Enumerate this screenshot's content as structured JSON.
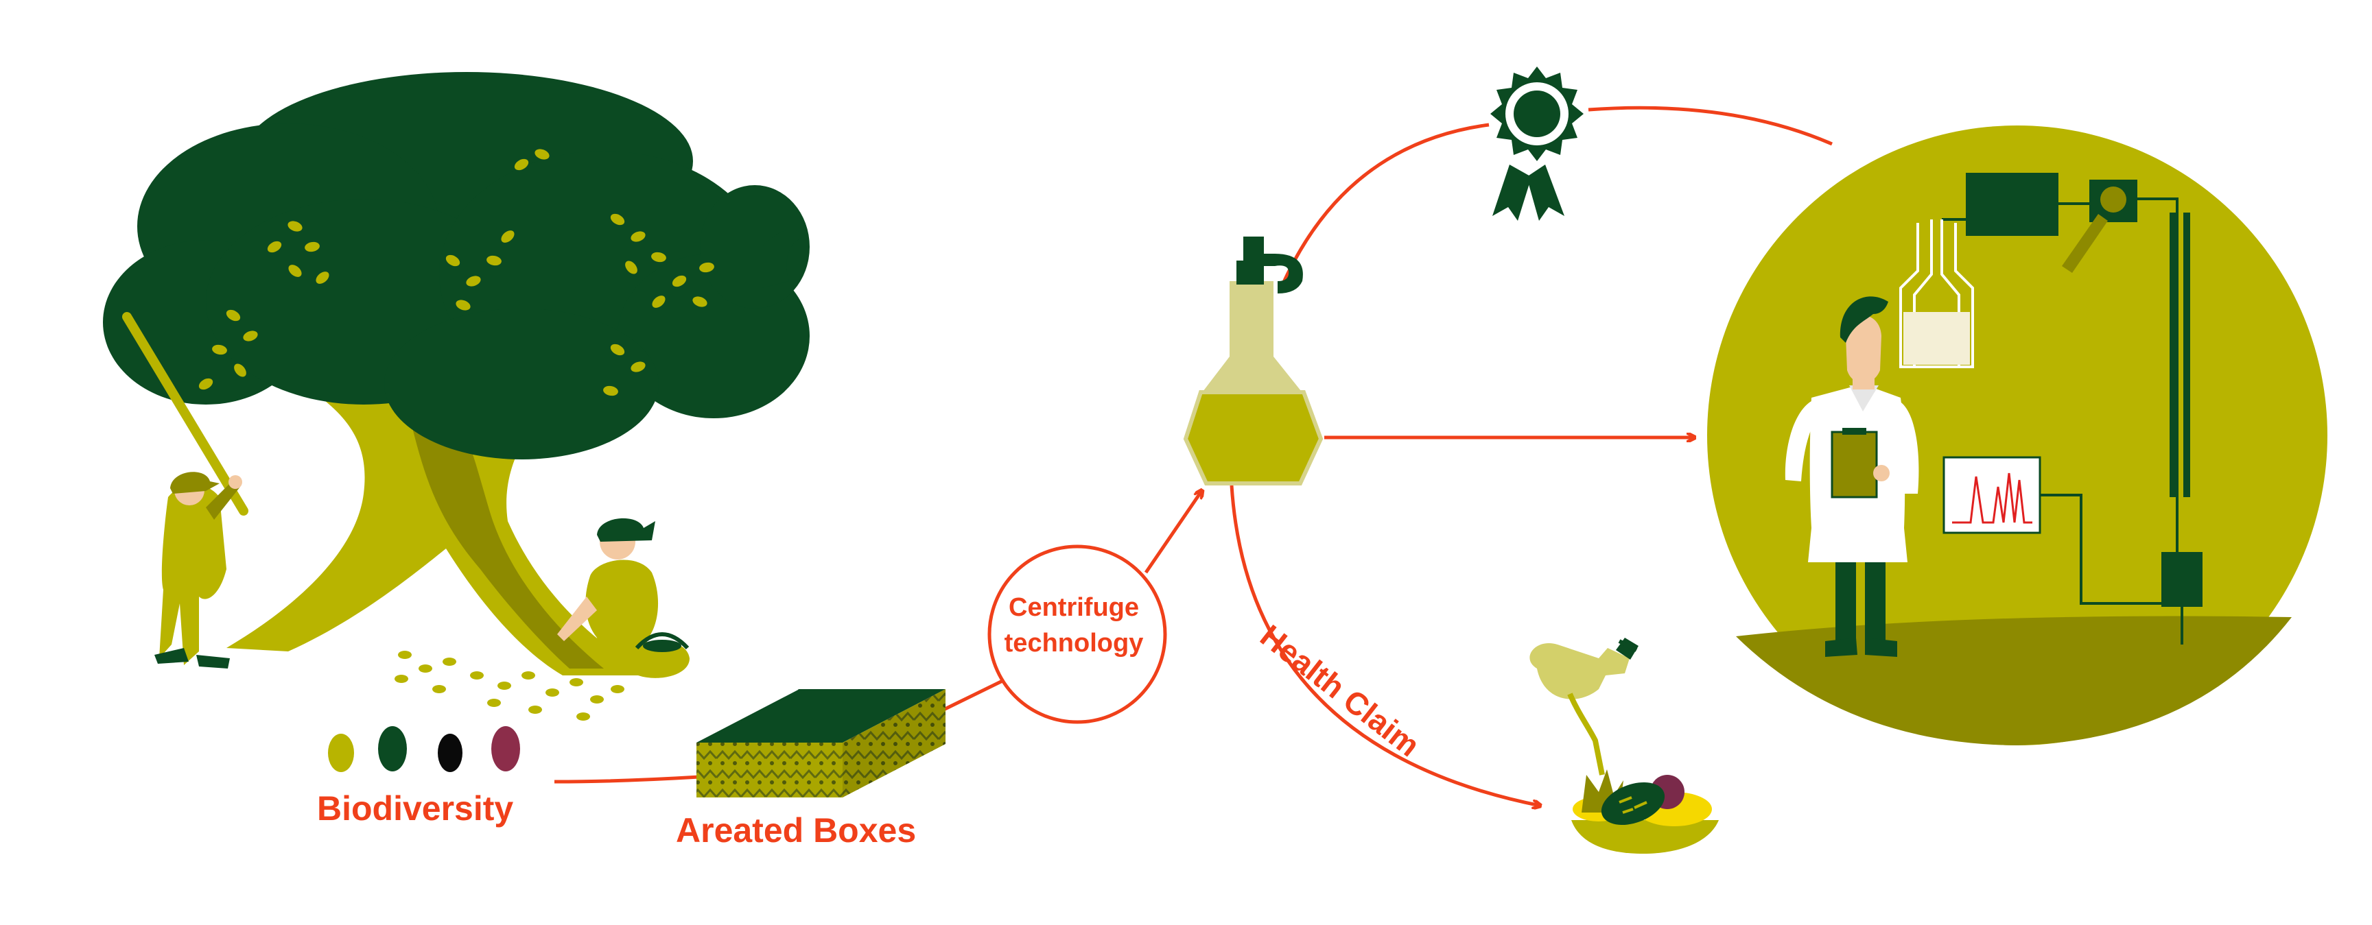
{
  "labels": {
    "biodiversity": "Biodiversity",
    "areated_boxes": "Areated Boxes",
    "centrifuge_line1": "Centrifuge",
    "centrifuge_line2": "technology",
    "health_claim": "Health Claim"
  },
  "colors": {
    "accent_red": "#f0401a",
    "dark_green": "#0b4a22",
    "olive": "#b8b400",
    "olive_dark": "#8d8a00",
    "olive_light": "#d3d06a",
    "skin": "#f3c9a2",
    "paper": "#f4efd6"
  },
  "icons": {
    "tree": "olive-tree-harvest-icon",
    "box": "aerated-box-icon",
    "flask": "oil-flask-icon",
    "award": "quality-award-icon",
    "lab": "laboratory-scientist-icon",
    "food": "salad-oil-pour-icon"
  }
}
